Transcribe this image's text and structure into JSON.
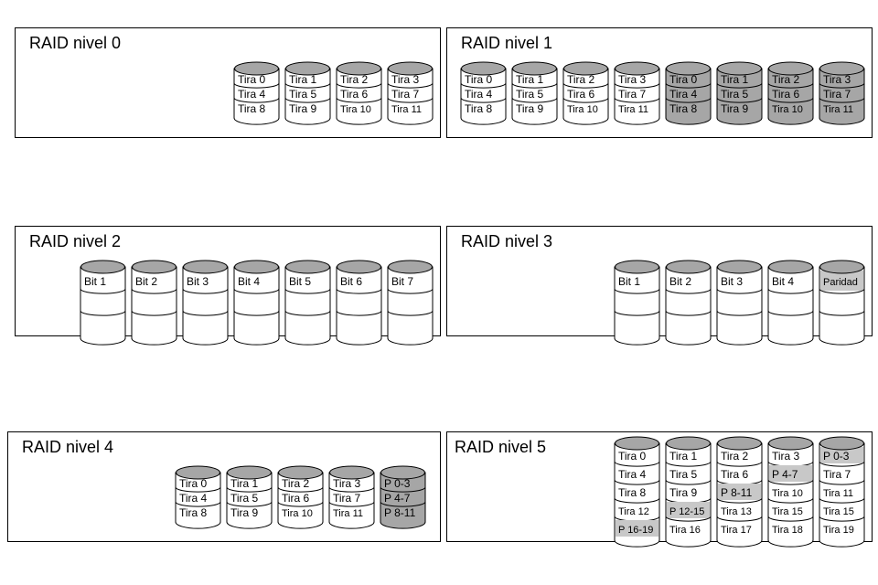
{
  "colors": {
    "disk_fill": "#ffffff",
    "disk_shaded": "#a6a6a6",
    "stroke": "#000000",
    "band_shaded": "#c8c8c8"
  },
  "panels": [
    {
      "id": "raid0",
      "title": "RAID nivel 0",
      "disks": [
        {
          "bands": [
            {
              "label": "Tira 0"
            },
            {
              "label": "Tira 4"
            },
            {
              "label": "Tira 8"
            }
          ]
        },
        {
          "bands": [
            {
              "label": "Tira 1"
            },
            {
              "label": "Tira 5"
            },
            {
              "label": "Tira 9"
            }
          ]
        },
        {
          "bands": [
            {
              "label": "Tira 2"
            },
            {
              "label": "Tira 6"
            },
            {
              "label": "Tira 10"
            }
          ]
        },
        {
          "bands": [
            {
              "label": "Tira 3"
            },
            {
              "label": "Tira 7"
            },
            {
              "label": "Tira 11"
            }
          ]
        }
      ]
    },
    {
      "id": "raid1",
      "title": "RAID nivel 1",
      "disks": [
        {
          "bands": [
            {
              "label": "Tira 0"
            },
            {
              "label": "Tira 4"
            },
            {
              "label": "Tira 8"
            }
          ]
        },
        {
          "bands": [
            {
              "label": "Tira 1"
            },
            {
              "label": "Tira 5"
            },
            {
              "label": "Tira 9"
            }
          ]
        },
        {
          "bands": [
            {
              "label": "Tira 2"
            },
            {
              "label": "Tira 6"
            },
            {
              "label": "Tira 10"
            }
          ]
        },
        {
          "bands": [
            {
              "label": "Tira 3"
            },
            {
              "label": "Tira 7"
            },
            {
              "label": "Tira 11"
            }
          ]
        },
        {
          "shaded": true,
          "bands": [
            {
              "label": "Tira 0"
            },
            {
              "label": "Tira 4"
            },
            {
              "label": "Tira 8"
            }
          ]
        },
        {
          "shaded": true,
          "bands": [
            {
              "label": "Tira 1"
            },
            {
              "label": "Tira 5"
            },
            {
              "label": "Tira 9"
            }
          ]
        },
        {
          "shaded": true,
          "bands": [
            {
              "label": "Tira 2"
            },
            {
              "label": "Tira 6"
            },
            {
              "label": "Tira 10"
            }
          ]
        },
        {
          "shaded": true,
          "bands": [
            {
              "label": "Tira 3"
            },
            {
              "label": "Tira 7"
            },
            {
              "label": "Tira 11"
            }
          ]
        }
      ]
    },
    {
      "id": "raid2",
      "title": "RAID nivel 2",
      "disks": [
        {
          "bands": [
            {
              "label": "Bit 1"
            },
            {
              "label": ""
            },
            {
              "label": ""
            }
          ]
        },
        {
          "bands": [
            {
              "label": "Bit 2"
            },
            {
              "label": ""
            },
            {
              "label": ""
            }
          ]
        },
        {
          "bands": [
            {
              "label": "Bit 3"
            },
            {
              "label": ""
            },
            {
              "label": ""
            }
          ]
        },
        {
          "bands": [
            {
              "label": "Bit 4"
            },
            {
              "label": ""
            },
            {
              "label": ""
            }
          ]
        },
        {
          "bands": [
            {
              "label": "Bit 5"
            },
            {
              "label": ""
            },
            {
              "label": ""
            }
          ]
        },
        {
          "bands": [
            {
              "label": "Bit 6"
            },
            {
              "label": ""
            },
            {
              "label": ""
            }
          ]
        },
        {
          "bands": [
            {
              "label": "Bit 7"
            },
            {
              "label": ""
            },
            {
              "label": ""
            }
          ]
        }
      ]
    },
    {
      "id": "raid3",
      "title": "RAID nivel 3",
      "disks": [
        {
          "bands": [
            {
              "label": "Bit 1"
            },
            {
              "label": ""
            },
            {
              "label": ""
            }
          ]
        },
        {
          "bands": [
            {
              "label": "Bit 2"
            },
            {
              "label": ""
            },
            {
              "label": ""
            }
          ]
        },
        {
          "bands": [
            {
              "label": "Bit 3"
            },
            {
              "label": ""
            },
            {
              "label": ""
            }
          ]
        },
        {
          "bands": [
            {
              "label": "Bit 4"
            },
            {
              "label": ""
            },
            {
              "label": ""
            }
          ]
        },
        {
          "shaded_top": true,
          "bands": [
            {
              "label": "Paridad",
              "shaded": true
            },
            {
              "label": ""
            },
            {
              "label": ""
            }
          ]
        }
      ]
    },
    {
      "id": "raid4",
      "title": "RAID nivel 4",
      "disks": [
        {
          "bands": [
            {
              "label": "Tira 0"
            },
            {
              "label": "Tira 4"
            },
            {
              "label": "Tira 8"
            }
          ]
        },
        {
          "bands": [
            {
              "label": "Tira 1"
            },
            {
              "label": "Tira 5"
            },
            {
              "label": "Tira 9"
            }
          ]
        },
        {
          "bands": [
            {
              "label": "Tira 2"
            },
            {
              "label": "Tira 6"
            },
            {
              "label": "Tira 10"
            }
          ]
        },
        {
          "bands": [
            {
              "label": "Tira 3"
            },
            {
              "label": "Tira 7"
            },
            {
              "label": "Tira 11"
            }
          ]
        },
        {
          "shaded": true,
          "bands": [
            {
              "label": "P 0-3"
            },
            {
              "label": "P 4-7"
            },
            {
              "label": "P 8-11"
            }
          ]
        }
      ]
    },
    {
      "id": "raid5",
      "title": "RAID nivel 5",
      "disks": [
        {
          "bands": [
            {
              "label": "Tira 0"
            },
            {
              "label": "Tira 4"
            },
            {
              "label": "Tira 8"
            },
            {
              "label": "Tira 12"
            },
            {
              "label": "P 16-19",
              "shaded": true
            }
          ]
        },
        {
          "bands": [
            {
              "label": "Tira 1"
            },
            {
              "label": "Tira 5"
            },
            {
              "label": "Tira 9"
            },
            {
              "label": "P 12-15",
              "shaded": true
            },
            {
              "label": "Tira 16"
            }
          ]
        },
        {
          "bands": [
            {
              "label": "Tira 2"
            },
            {
              "label": "Tira 6"
            },
            {
              "label": "P 8-11",
              "shaded": true
            },
            {
              "label": "Tira 13"
            },
            {
              "label": "Tira 17"
            }
          ]
        },
        {
          "bands": [
            {
              "label": "Tira 3"
            },
            {
              "label": "P 4-7",
              "shaded": true
            },
            {
              "label": "Tira 10"
            },
            {
              "label": "Tira 15"
            },
            {
              "label": "Tira 18"
            }
          ]
        },
        {
          "bands": [
            {
              "label": "P 0-3",
              "shaded": true
            },
            {
              "label": "Tira 7"
            },
            {
              "label": "Tira 11"
            },
            {
              "label": "Tira 15"
            },
            {
              "label": "Tira 19"
            }
          ]
        }
      ]
    }
  ]
}
